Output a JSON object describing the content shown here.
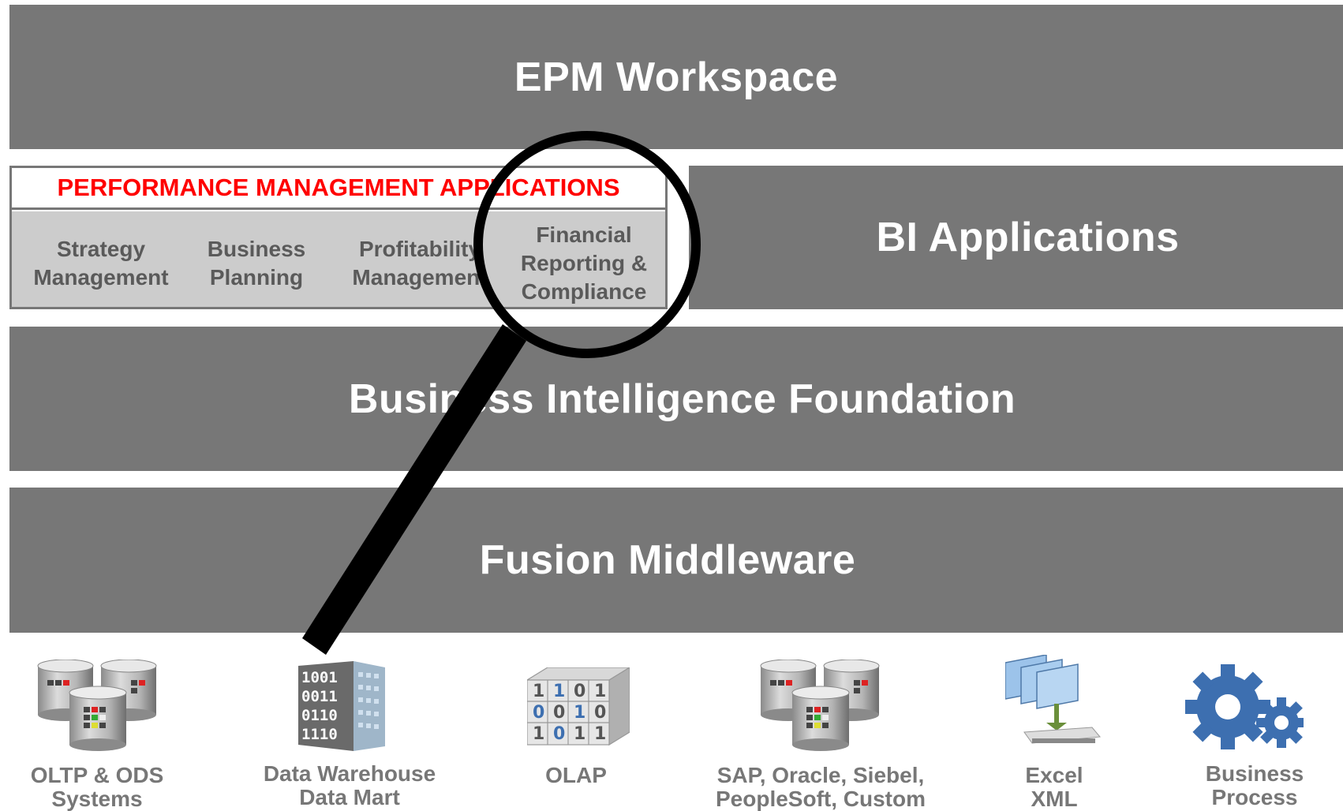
{
  "layers": {
    "epm_workspace": "EPM Workspace",
    "bi_applications": "BI Applications",
    "bi_foundation": "Business Intelligence Foundation",
    "fusion_middleware": "Fusion Middleware"
  },
  "pma": {
    "title": "PERFORMANCE MANAGEMENT APPLICATIONS",
    "items": [
      {
        "line1": "Strategy",
        "line2": "Management",
        "line3": ""
      },
      {
        "line1": "Business",
        "line2": "Planning",
        "line3": ""
      },
      {
        "line1": "Profitability",
        "line2": "Management",
        "line3": ""
      },
      {
        "line1": "Financial",
        "line2": "Reporting &",
        "line3": "Compliance"
      }
    ]
  },
  "sources": [
    {
      "line1": "OLTP & ODS",
      "line2": "Systems",
      "icon": "database-icon"
    },
    {
      "line1": "Data Warehouse",
      "line2": "Data Mart",
      "icon": "building-icon"
    },
    {
      "line1": "OLAP",
      "line2": "",
      "icon": "cube-icon"
    },
    {
      "line1": "SAP, Oracle, Siebel,",
      "line2": "PeopleSoft, Custom",
      "icon": "database-icon"
    },
    {
      "line1": "Excel",
      "line2": "XML",
      "icon": "folders-icon"
    },
    {
      "line1": "Business",
      "line2": "Process",
      "icon": "gears-icon"
    }
  ],
  "colors": {
    "band": "#777777",
    "pma_title": "#ff0000",
    "pma_body": "#cccccc",
    "gear": "#3d6fb0"
  },
  "overlay": {
    "icon": "magnifier-icon"
  }
}
